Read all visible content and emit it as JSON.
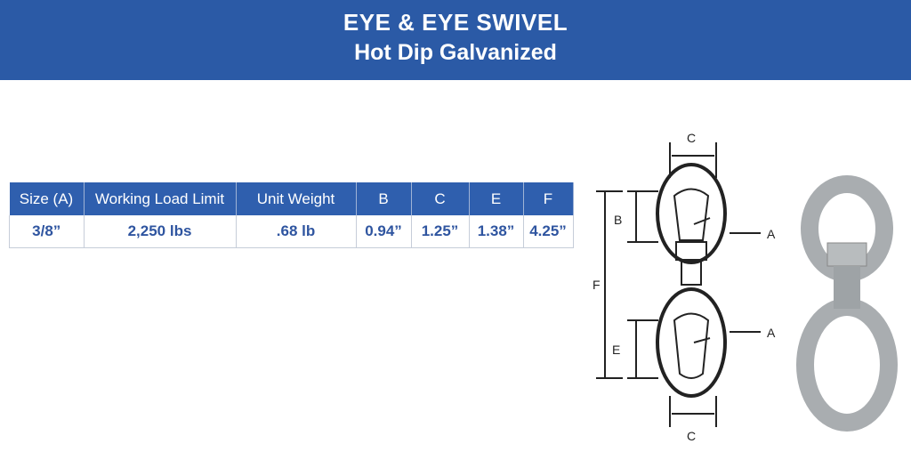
{
  "banner": {
    "title": "EYE & EYE SWIVEL",
    "subtitle": "Hot Dip Galvanized"
  },
  "table": {
    "headers": [
      "Size (A)",
      "Working Load Limit",
      "Unit Weight",
      "B",
      "C",
      "E",
      "F"
    ],
    "rows": [
      [
        "3/8”",
        "2,250 lbs",
        ".68 lb",
        "0.94”",
        "1.25”",
        "1.38”",
        "4.25”"
      ]
    ]
  },
  "diagram": {
    "labels": {
      "c_top": "C",
      "c_bottom": "C",
      "b": "B",
      "e": "E",
      "f": "F",
      "a_top": "A",
      "a_bottom": "A"
    }
  }
}
